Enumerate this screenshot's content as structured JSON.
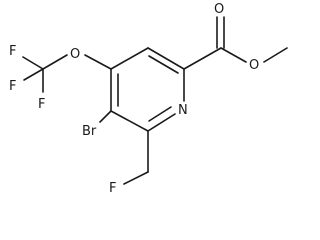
{
  "molecule": {
    "atoms": [
      {
        "id": "F1",
        "label": "F"
      },
      {
        "id": "F2",
        "label": "F"
      },
      {
        "id": "F3",
        "label": "F"
      },
      {
        "id": "O_ether",
        "label": "O"
      },
      {
        "id": "O_carbonyl",
        "label": "O"
      },
      {
        "id": "O_ester",
        "label": "O"
      },
      {
        "id": "N_ring",
        "label": "N"
      },
      {
        "id": "Br",
        "label": "Br"
      },
      {
        "id": "F_methyl",
        "label": "F"
      }
    ]
  }
}
